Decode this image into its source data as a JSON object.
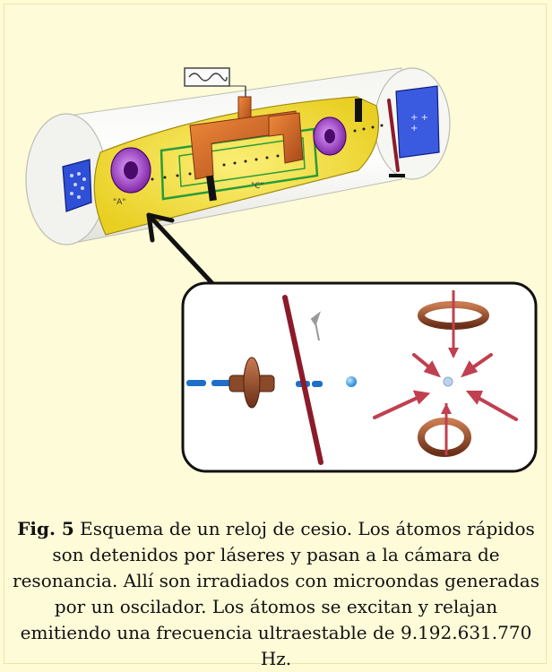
{
  "diagram": {
    "label_a": "\"A\"",
    "label_c": "\"C\""
  },
  "caption": {
    "fig_label": "Fig. 5",
    "text": " Esquema de un reloj de cesio. Los átomos rápidos son detenidos por láseres y pasan a la cámara de resonancia. Allí son irradiados con microondas generadas por un oscilador. Los átomos se excitan y relajan emitiendo una frecuencia ultraestable de 9.192.631.770 Hz."
  },
  "colors": {
    "background": "#fefbd5",
    "chamber_yellow": "#f3e13a",
    "waveguide_orange": "#d4661f",
    "magnet_purple": "#9b2fc4",
    "detector_blue": "#2f4fd6",
    "laser_red": "#8c1b2a",
    "ring_brown": "#8a4a2a"
  }
}
